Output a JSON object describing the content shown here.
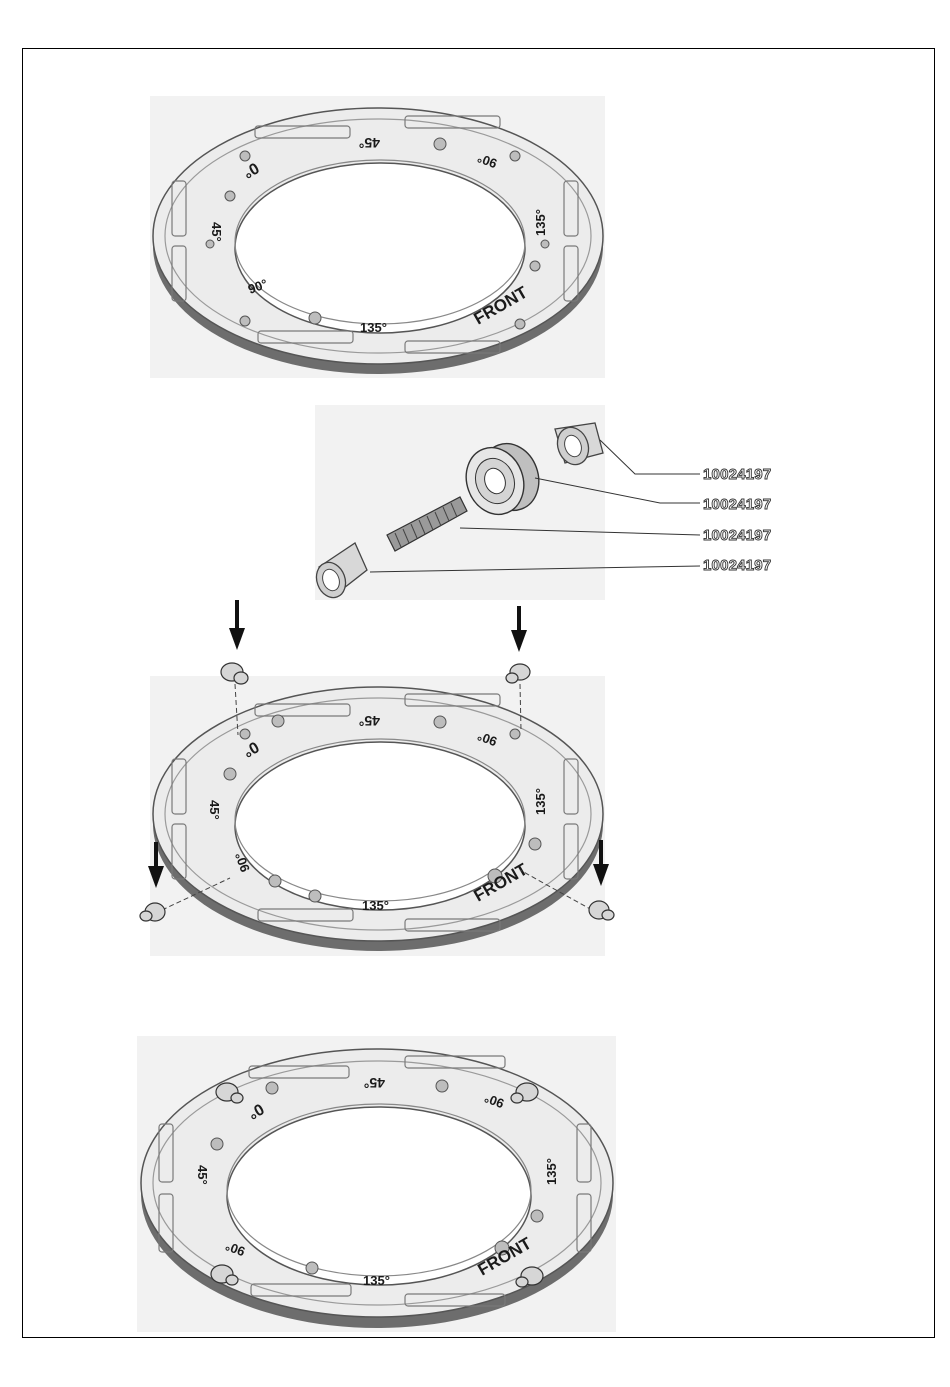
{
  "ring_labels": {
    "zero": "0°",
    "forty_five_top": "45°",
    "ninety_right": "90°",
    "forty_five_left": "45°",
    "one_thirty_five_right": "135°",
    "ninety_left": "90°",
    "one_thirty_five_bottom": "135°",
    "front": "FRONT"
  },
  "parts": [
    {
      "number": "10024197"
    },
    {
      "number": "10024197"
    },
    {
      "number": "10024197"
    },
    {
      "number": "10024197"
    }
  ],
  "icons": [
    "arrow-down-icon"
  ],
  "colors": {
    "ring_fill": "#e9e9e9",
    "ring_edge": "#555555",
    "panel_bg": "#f2f2f2"
  }
}
